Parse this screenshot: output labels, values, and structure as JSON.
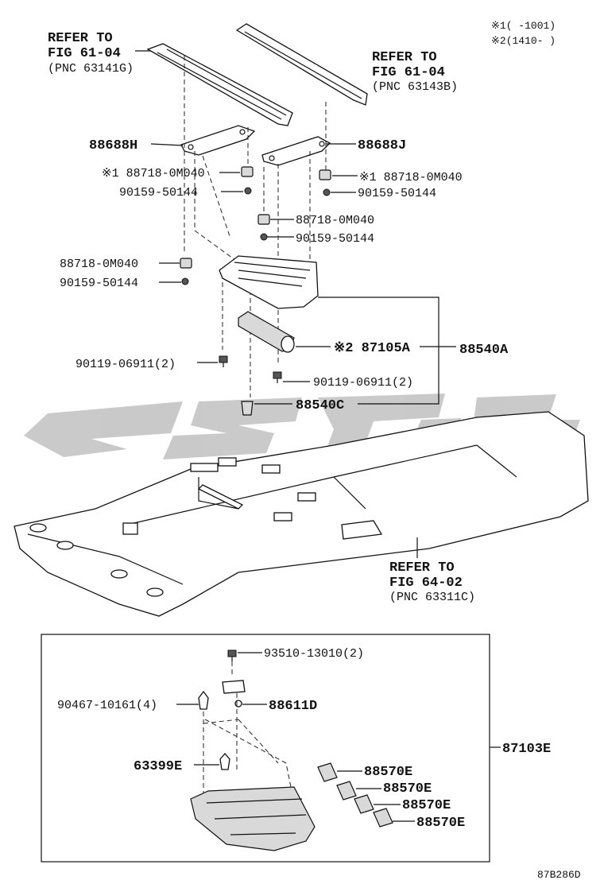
{
  "notes": {
    "note1": "※1(    -1001)",
    "note2": "※2(1410-    )"
  },
  "refs": {
    "left_line1": "REFER TO",
    "left_line2": "FIG 61-04",
    "left_line3": "(PNC 63141G)",
    "right_line1": "REFER TO",
    "right_line2": "FIG 61-04",
    "right_line3": "(PNC 63143B)",
    "head_line1": "REFER TO",
    "head_line2": "FIG 64-02",
    "head_line3": "(PNC 63311C)"
  },
  "parts": {
    "p88688H": "88688H",
    "p88688J": "88688J",
    "p88718_l1": "※1 88718-0M040",
    "p90159_l1": "90159-50144",
    "p88718_r1": "※1 88718-0M040",
    "p90159_r1": "90159-50144",
    "p88718_c": "88718-0M040",
    "p90159_c": "90159-50144",
    "p88718_l2": "88718-0M040",
    "p90159_l2": "90159-50144",
    "p87105A": "※2 87105A",
    "p88540A": "88540A",
    "p90119_l": "90119-06911(2)",
    "p90119_r": "90119-06911(2)",
    "p88540C": "88540C",
    "p93510": "93510-13010(2)",
    "p90467": "90467-10161(4)",
    "p88611D": "88611D",
    "p63399E": "63399E",
    "p88570E_1": "88570E",
    "p88570E_2": "88570E",
    "p88570E_3": "88570E",
    "p88570E_4": "88570E",
    "p87103E": "87103E"
  },
  "diagram_id": "87B286D",
  "watermark": "csgt"
}
